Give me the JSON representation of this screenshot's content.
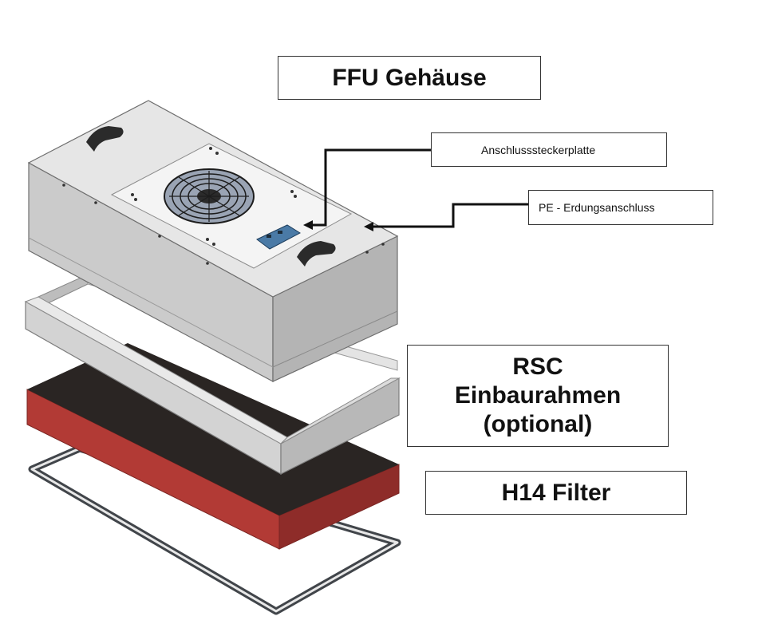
{
  "labels": {
    "housing": "FFU Gehäuse",
    "connector_plate": "Anschlusssteckerplatte",
    "pe_ground": "PE - Erdungsanschluss",
    "frame_line1": "RSC",
    "frame_line2": "Einbaurahmen",
    "frame_line3": "(optional)",
    "filter": "H14 Filter"
  },
  "colors": {
    "housing_light": "#e2e2e2",
    "housing_mid": "#c6c6c6",
    "housing_dark": "#a9a9a9",
    "frame": "#cfcfcf",
    "filter_media": "#2a2523",
    "filter_frame": "#b23a35",
    "gasket": "#ffffff",
    "connector": "#4a7aa6",
    "leader_line": "#111111"
  }
}
